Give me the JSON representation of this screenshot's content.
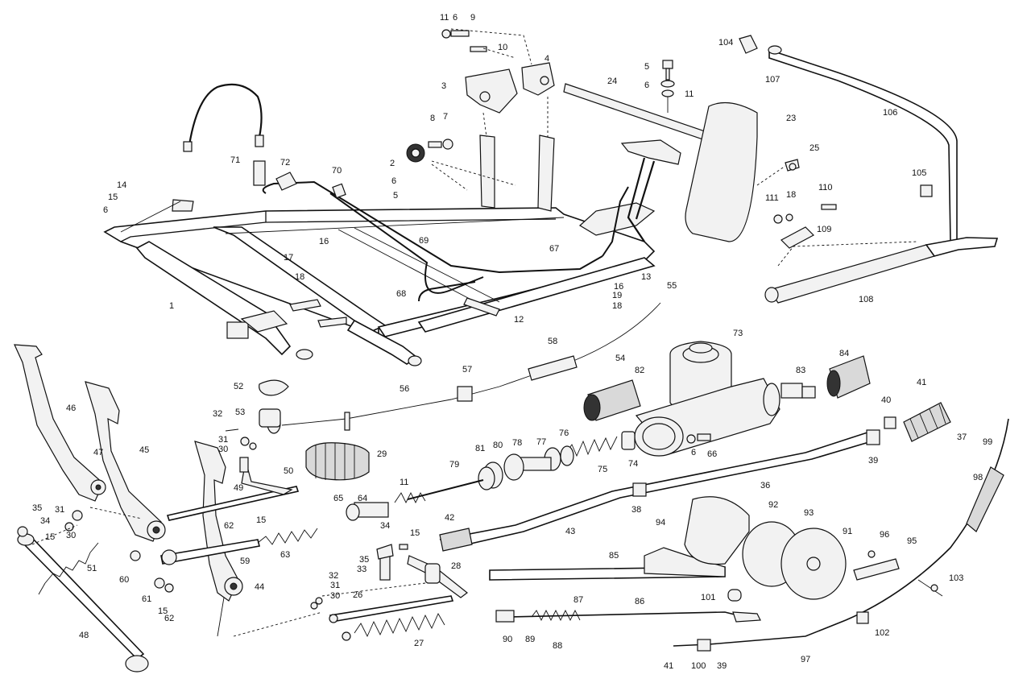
{
  "diagram": {
    "callouts": [
      {
        "id": "c1",
        "text": "1"
      },
      {
        "id": "c2",
        "text": "2"
      },
      {
        "id": "c3",
        "text": "3"
      },
      {
        "id": "c4",
        "text": "4"
      },
      {
        "id": "c5a",
        "text": "5"
      },
      {
        "id": "c5b",
        "text": "5"
      },
      {
        "id": "c6a",
        "text": "6"
      },
      {
        "id": "c6b",
        "text": "6"
      },
      {
        "id": "c6c",
        "text": "6"
      },
      {
        "id": "c6d",
        "text": "6"
      },
      {
        "id": "c6e",
        "text": "6"
      },
      {
        "id": "c7",
        "text": "7"
      },
      {
        "id": "c8",
        "text": "8"
      },
      {
        "id": "c9",
        "text": "9"
      },
      {
        "id": "c10",
        "text": "10"
      },
      {
        "id": "c11a",
        "text": "11"
      },
      {
        "id": "c11b",
        "text": "11"
      },
      {
        "id": "c11c",
        "text": "11"
      },
      {
        "id": "c12",
        "text": "12"
      },
      {
        "id": "c13",
        "text": "13"
      },
      {
        "id": "c14",
        "text": "14"
      },
      {
        "id": "c15a",
        "text": "15"
      },
      {
        "id": "c15b",
        "text": "15"
      },
      {
        "id": "c15c",
        "text": "15"
      },
      {
        "id": "c15d",
        "text": "15"
      },
      {
        "id": "c15e",
        "text": "15"
      },
      {
        "id": "c16a",
        "text": "16"
      },
      {
        "id": "c16b",
        "text": "16"
      },
      {
        "id": "c17",
        "text": "17"
      },
      {
        "id": "c18a",
        "text": "18"
      },
      {
        "id": "c18b",
        "text": "18"
      },
      {
        "id": "c18c",
        "text": "18"
      },
      {
        "id": "c19",
        "text": "19"
      },
      {
        "id": "c23",
        "text": "23"
      },
      {
        "id": "c24",
        "text": "24"
      },
      {
        "id": "c25",
        "text": "25"
      },
      {
        "id": "c26",
        "text": "26"
      },
      {
        "id": "c27",
        "text": "27"
      },
      {
        "id": "c28",
        "text": "28"
      },
      {
        "id": "c29",
        "text": "29"
      },
      {
        "id": "c30a",
        "text": "30"
      },
      {
        "id": "c30b",
        "text": "30"
      },
      {
        "id": "c30c",
        "text": "30"
      },
      {
        "id": "c31a",
        "text": "31"
      },
      {
        "id": "c31b",
        "text": "31"
      },
      {
        "id": "c31c",
        "text": "31"
      },
      {
        "id": "c32a",
        "text": "32"
      },
      {
        "id": "c32b",
        "text": "32"
      },
      {
        "id": "c33",
        "text": "33"
      },
      {
        "id": "c34a",
        "text": "34"
      },
      {
        "id": "c34b",
        "text": "34"
      },
      {
        "id": "c35a",
        "text": "35"
      },
      {
        "id": "c35b",
        "text": "35"
      },
      {
        "id": "c36",
        "text": "36"
      },
      {
        "id": "c37",
        "text": "37"
      },
      {
        "id": "c38",
        "text": "38"
      },
      {
        "id": "c39a",
        "text": "39"
      },
      {
        "id": "c39b",
        "text": "39"
      },
      {
        "id": "c40",
        "text": "40"
      },
      {
        "id": "c41a",
        "text": "41"
      },
      {
        "id": "c41b",
        "text": "41"
      },
      {
        "id": "c42",
        "text": "42"
      },
      {
        "id": "c43",
        "text": "43"
      },
      {
        "id": "c44",
        "text": "44"
      },
      {
        "id": "c45",
        "text": "45"
      },
      {
        "id": "c46",
        "text": "46"
      },
      {
        "id": "c47",
        "text": "47"
      },
      {
        "id": "c48",
        "text": "48"
      },
      {
        "id": "c49",
        "text": "49"
      },
      {
        "id": "c50",
        "text": "50"
      },
      {
        "id": "c51",
        "text": "51"
      },
      {
        "id": "c52",
        "text": "52"
      },
      {
        "id": "c53",
        "text": "53"
      },
      {
        "id": "c54",
        "text": "54"
      },
      {
        "id": "c55",
        "text": "55"
      },
      {
        "id": "c56",
        "text": "56"
      },
      {
        "id": "c57",
        "text": "57"
      },
      {
        "id": "c58",
        "text": "58"
      },
      {
        "id": "c59",
        "text": "59"
      },
      {
        "id": "c60",
        "text": "60"
      },
      {
        "id": "c61",
        "text": "61"
      },
      {
        "id": "c62a",
        "text": "62"
      },
      {
        "id": "c62b",
        "text": "62"
      },
      {
        "id": "c63",
        "text": "63"
      },
      {
        "id": "c64",
        "text": "64"
      },
      {
        "id": "c65",
        "text": "65"
      },
      {
        "id": "c66",
        "text": "66"
      },
      {
        "id": "c67",
        "text": "67"
      },
      {
        "id": "c68",
        "text": "68"
      },
      {
        "id": "c69",
        "text": "69"
      },
      {
        "id": "c70",
        "text": "70"
      },
      {
        "id": "c71",
        "text": "71"
      },
      {
        "id": "c72",
        "text": "72"
      },
      {
        "id": "c73",
        "text": "73"
      },
      {
        "id": "c74",
        "text": "74"
      },
      {
        "id": "c75",
        "text": "75"
      },
      {
        "id": "c76",
        "text": "76"
      },
      {
        "id": "c77",
        "text": "77"
      },
      {
        "id": "c78",
        "text": "78"
      },
      {
        "id": "c79",
        "text": "79"
      },
      {
        "id": "c80",
        "text": "80"
      },
      {
        "id": "c81",
        "text": "81"
      },
      {
        "id": "c82",
        "text": "82"
      },
      {
        "id": "c83",
        "text": "83"
      },
      {
        "id": "c84",
        "text": "84"
      },
      {
        "id": "c85",
        "text": "85"
      },
      {
        "id": "c86",
        "text": "86"
      },
      {
        "id": "c87",
        "text": "87"
      },
      {
        "id": "c88",
        "text": "88"
      },
      {
        "id": "c89",
        "text": "89"
      },
      {
        "id": "c90",
        "text": "90"
      },
      {
        "id": "c91",
        "text": "91"
      },
      {
        "id": "c92",
        "text": "92"
      },
      {
        "id": "c93",
        "text": "93"
      },
      {
        "id": "c94",
        "text": "94"
      },
      {
        "id": "c95",
        "text": "95"
      },
      {
        "id": "c96",
        "text": "96"
      },
      {
        "id": "c97",
        "text": "97"
      },
      {
        "id": "c98",
        "text": "98"
      },
      {
        "id": "c99",
        "text": "99"
      },
      {
        "id": "c100",
        "text": "100"
      },
      {
        "id": "c101",
        "text": "101"
      },
      {
        "id": "c102",
        "text": "102"
      },
      {
        "id": "c103",
        "text": "103"
      },
      {
        "id": "c104",
        "text": "104"
      },
      {
        "id": "c105",
        "text": "105"
      },
      {
        "id": "c106",
        "text": "106"
      },
      {
        "id": "c107",
        "text": "107"
      },
      {
        "id": "c108",
        "text": "108"
      },
      {
        "id": "c109",
        "text": "109"
      },
      {
        "id": "c110",
        "text": "110"
      },
      {
        "id": "c111",
        "text": "111"
      }
    ]
  }
}
